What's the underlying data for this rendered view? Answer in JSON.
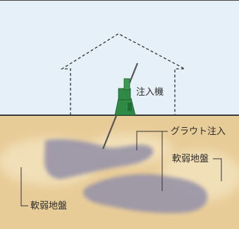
{
  "labels": {
    "injector": "注入機",
    "grout_injection": "グラウト注入",
    "soft_ground_right": "軟弱地盤",
    "soft_ground_left": "軟弱地盤"
  },
  "colors": {
    "sky": "#e6f0f9",
    "soil": "#e8cc98",
    "soft_ground": "#f1dfb8",
    "grout": "#9a95a8",
    "ground_line": "#3a3a3a",
    "injector": "#2f8a45",
    "house_outline": "#333333"
  }
}
